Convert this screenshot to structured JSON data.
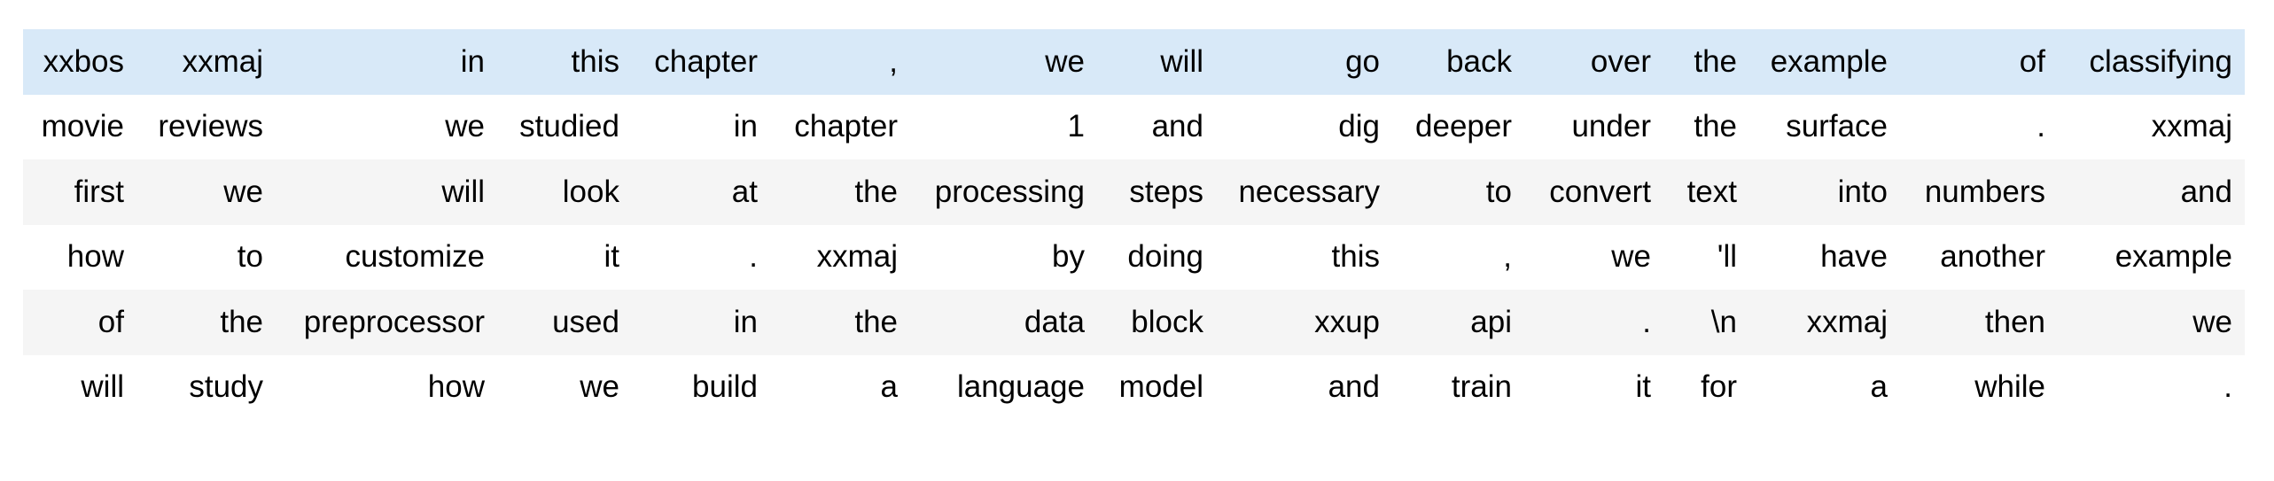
{
  "output_table": {
    "kind": "tokenized-text-batch",
    "colors": {
      "highlighted_row_bg": "#d8e9f8",
      "stripe_row_bg": "#f5f5f5",
      "plain_row_bg": "#ffffff",
      "text": "#000000"
    },
    "rows": [
      {
        "state": "highlighted",
        "cells": [
          "xxbos",
          "xxmaj",
          "in",
          "this",
          "chapter",
          ",",
          "we",
          "will",
          "go",
          "back",
          "over",
          "the",
          "example",
          "of",
          "classifying"
        ]
      },
      {
        "state": "plain",
        "cells": [
          "movie",
          "reviews",
          "we",
          "studied",
          "in",
          "chapter",
          "1",
          "and",
          "dig",
          "deeper",
          "under",
          "the",
          "surface",
          ".",
          "xxmaj"
        ]
      },
      {
        "state": "stripe",
        "cells": [
          "first",
          "we",
          "will",
          "look",
          "at",
          "the",
          "processing",
          "steps",
          "necessary",
          "to",
          "convert",
          "text",
          "into",
          "numbers",
          "and"
        ]
      },
      {
        "state": "plain",
        "cells": [
          "how",
          "to",
          "customize",
          "it",
          ".",
          "xxmaj",
          "by",
          "doing",
          "this",
          ",",
          "we",
          "'ll",
          "have",
          "another",
          "example"
        ]
      },
      {
        "state": "stripe",
        "cells": [
          "of",
          "the",
          "preprocessor",
          "used",
          "in",
          "the",
          "data",
          "block",
          "xxup",
          "api",
          ".",
          "\\n",
          "xxmaj",
          "then",
          "we"
        ]
      },
      {
        "state": "plain",
        "cells": [
          "will",
          "study",
          "how",
          "we",
          "build",
          "a",
          "language",
          "model",
          "and",
          "train",
          "it",
          "for",
          "a",
          "while",
          "."
        ]
      }
    ]
  }
}
